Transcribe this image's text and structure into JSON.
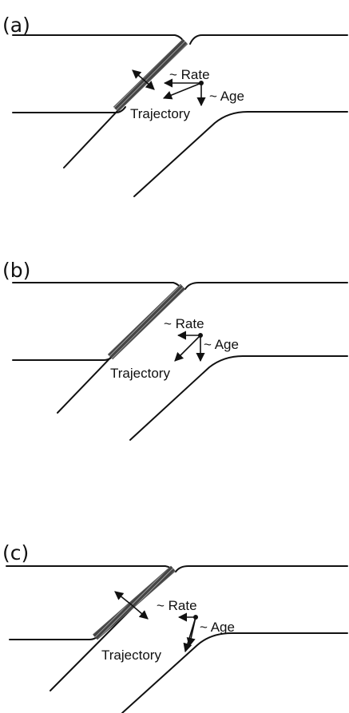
{
  "panels": [
    {
      "label": "(a)",
      "rate_label": "~ Rate",
      "age_label": "~ Age",
      "trajectory_label": "Trajectory",
      "has_stress_arrows": true
    },
    {
      "label": "(b)",
      "rate_label": "~ Rate",
      "age_label": "~ Age",
      "trajectory_label": "Trajectory",
      "has_stress_arrows": false
    },
    {
      "label": "(c)",
      "rate_label": "~ Rate",
      "age_label": "~ Age",
      "trajectory_label": "Trajectory",
      "has_stress_arrows": true
    }
  ],
  "colors": {
    "line": "#111111",
    "fault_zone": "#555555",
    "background": "#ffffff"
  }
}
